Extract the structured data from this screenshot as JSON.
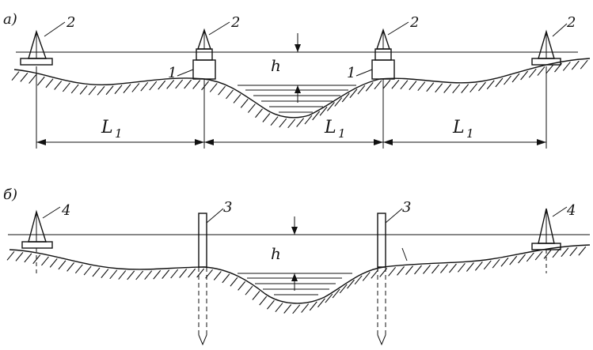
{
  "panels": [
    {
      "id": "a",
      "letter": "а)",
      "dimension_label": "L",
      "dimension_subscript": "1",
      "depth_label": "h",
      "leader_labels": {
        "mast": "1",
        "pyramid": "2"
      }
    },
    {
      "id": "b",
      "letter": "б)",
      "depth_label": "h",
      "leader_labels": {
        "pole": "3",
        "pyramid": "4"
      }
    }
  ],
  "colors": {
    "ink": "#111111",
    "paper": "#ffffff"
  }
}
